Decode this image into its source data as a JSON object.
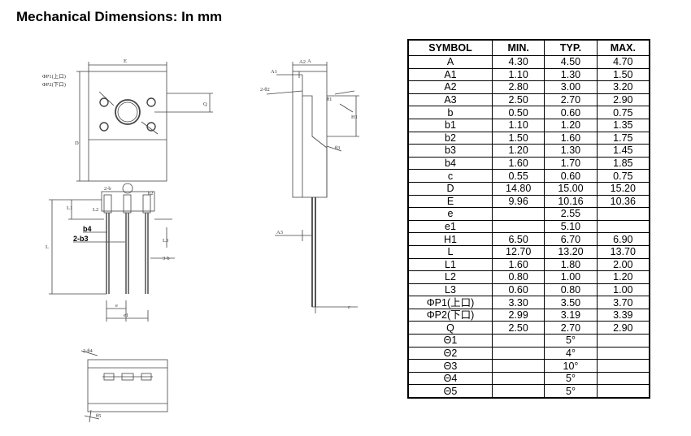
{
  "title": "Mechanical Dimensions: In mm",
  "table": {
    "headers": [
      "SYMBOL",
      "MIN.",
      "TYP.",
      "MAX."
    ],
    "rows": [
      [
        "A",
        "4.30",
        "4.50",
        "4.70"
      ],
      [
        "A1",
        "1.10",
        "1.30",
        "1.50"
      ],
      [
        "A2",
        "2.80",
        "3.00",
        "3.20"
      ],
      [
        "A3",
        "2.50",
        "2.70",
        "2.90"
      ],
      [
        "b",
        "0.50",
        "0.60",
        "0.75"
      ],
      [
        "b1",
        "1.10",
        "1.20",
        "1.35"
      ],
      [
        "b2",
        "1.50",
        "1.60",
        "1.75"
      ],
      [
        "b3",
        "1.20",
        "1.30",
        "1.45"
      ],
      [
        "b4",
        "1.60",
        "1.70",
        "1.85"
      ],
      [
        "c",
        "0.55",
        "0.60",
        "0.75"
      ],
      [
        "D",
        "14.80",
        "15.00",
        "15.20"
      ],
      [
        "E",
        "9.96",
        "10.16",
        "10.36"
      ],
      [
        "e",
        "",
        "2.55",
        ""
      ],
      [
        "e1",
        "",
        "5.10",
        ""
      ],
      [
        "H1",
        "6.50",
        "6.70",
        "6.90"
      ],
      [
        "L",
        "12.70",
        "13.20",
        "13.70"
      ],
      [
        "L1",
        "1.60",
        "1.80",
        "2.00"
      ],
      [
        "L2",
        "0.80",
        "1.00",
        "1.20"
      ],
      [
        "L3",
        "0.60",
        "0.80",
        "1.00"
      ],
      [
        "ΦP1(上口)",
        "3.30",
        "3.50",
        "3.70"
      ],
      [
        "ΦP2(下口)",
        "2.99",
        "3.19",
        "3.39"
      ],
      [
        "Q",
        "2.50",
        "2.70",
        "2.90"
      ],
      [
        "Θ1",
        "",
        "5°",
        ""
      ],
      [
        "Θ2",
        "",
        "4°",
        ""
      ],
      [
        "Θ3",
        "",
        "10°",
        ""
      ],
      [
        "Θ4",
        "",
        "5°",
        ""
      ],
      [
        "Θ5",
        "",
        "5°",
        ""
      ]
    ]
  },
  "drawing_labels": {
    "p1": "ΦP1(上口)",
    "p2": "ΦP2(下口)",
    "e_cap": "E",
    "q": "Q",
    "d": "D",
    "l1": "L1",
    "l2": "L2",
    "l": "L",
    "b4": "b4",
    "two_b3": "2-b3",
    "two_b": "2-b",
    "b2": "b2",
    "three_b": "3-b",
    "l3": "L3",
    "e": "e",
    "e1": "e1",
    "a": "A",
    "a1": "A1",
    "a2": "A2",
    "a3": "A3",
    "h1": "H1",
    "c": "c",
    "t2": "2-θ2",
    "t1": "θ1",
    "t3": "θ3",
    "t4": "2-θ4",
    "t5": "θ5"
  }
}
